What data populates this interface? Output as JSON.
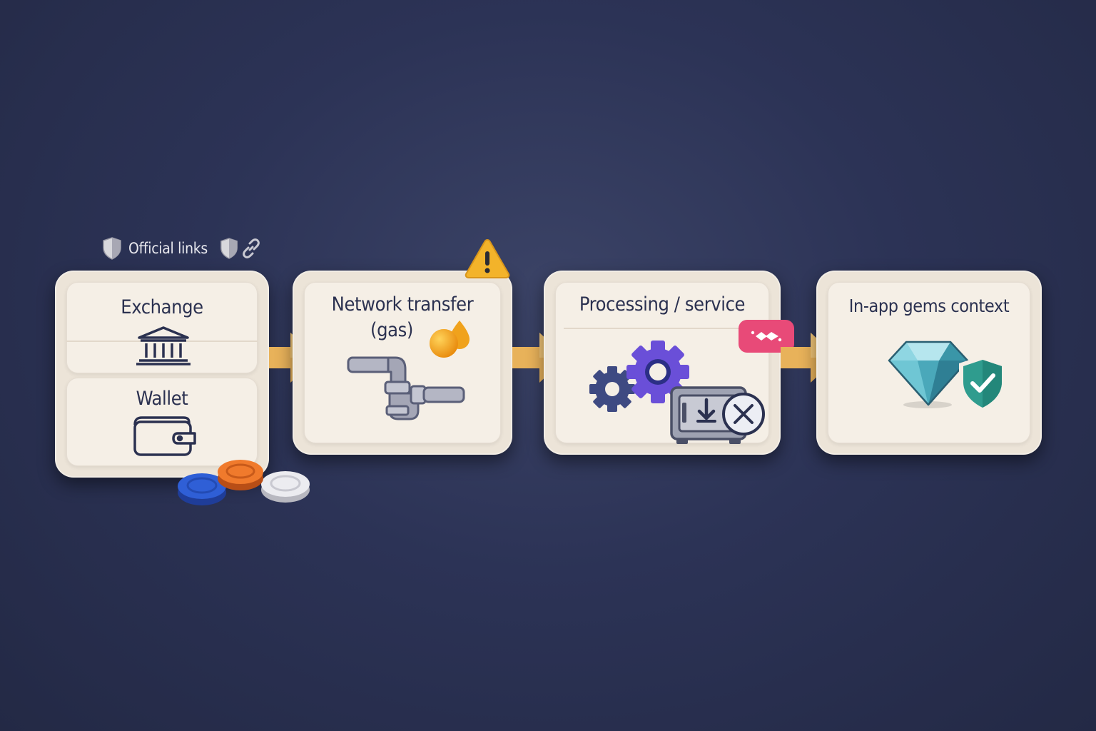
{
  "top_note": {
    "label": "Official links",
    "shield_icon": "shield-icon",
    "link_icon": "chain-link-icon"
  },
  "steps": [
    {
      "sections": [
        {
          "title": "Exchange",
          "icon": "bank-icon"
        },
        {
          "title": "Wallet",
          "icon": "wallet-icon"
        }
      ],
      "decoration": "coin-stack-icon"
    },
    {
      "title": "Network transfer (gas)",
      "title_line1": "Network transfer",
      "title_line2": "(gas)",
      "icon": "pipe-icon",
      "badge": "warning-icon",
      "extra_icon": "fuel-drops-icon"
    },
    {
      "title": "Processing / service",
      "icons": [
        "gears-icon",
        "safe-icon",
        "cancel-icon"
      ],
      "badge": "pink-tag-icon"
    },
    {
      "title": "In-app gems context",
      "icons": [
        "gem-icon",
        "shield-check-icon"
      ]
    }
  ],
  "colors": {
    "background": "#2c3356",
    "card": "#ece4d8",
    "card_inner": "#f5efe6",
    "text": "#2b3150",
    "arrow": "#e8b25a",
    "warning": "#f3b32a",
    "gear_purple": "#6a4fd8",
    "gem": "#5bb8c8",
    "shield_teal": "#2f9c8e",
    "tag_pink": "#e84a78"
  }
}
